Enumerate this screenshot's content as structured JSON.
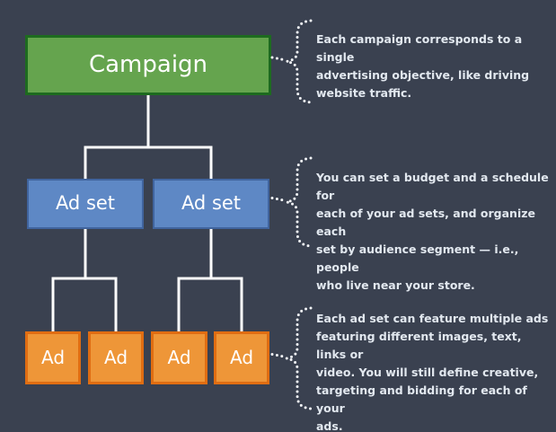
{
  "diagram": {
    "campaign": {
      "label": "Campaign"
    },
    "ad_sets": [
      {
        "label": "Ad set"
      },
      {
        "label": "Ad set"
      }
    ],
    "ads": [
      {
        "label": "Ad"
      },
      {
        "label": "Ad"
      },
      {
        "label": "Ad"
      },
      {
        "label": "Ad"
      }
    ]
  },
  "annotations": [
    {
      "text": "Each campaign corresponds to a single\nadvertising objective, like driving\nwebsite traffic."
    },
    {
      "text": "You can set a budget and a schedule for\neach of your ad sets, and organize each\nset by audience segment — i.e., people\nwho live near your store."
    },
    {
      "text": "Each ad set can feature multiple ads\nfeaturing different images, text, links or\nvideo. You will still define creative,\ntargeting and bidding for each of your\nads."
    }
  ],
  "colors": {
    "background": "#3a4150",
    "campaign_fill": "#65a44e",
    "campaign_border": "#1d6b1f",
    "adset_fill": "#5e88c5",
    "adset_border": "#40649e",
    "ad_fill": "#ee9638",
    "ad_border": "#e06d12",
    "connector": "#fdfdfd",
    "brace": "#f2f4f7",
    "annotation_text": "#e2e8ef",
    "box_text": "#ffffff"
  }
}
